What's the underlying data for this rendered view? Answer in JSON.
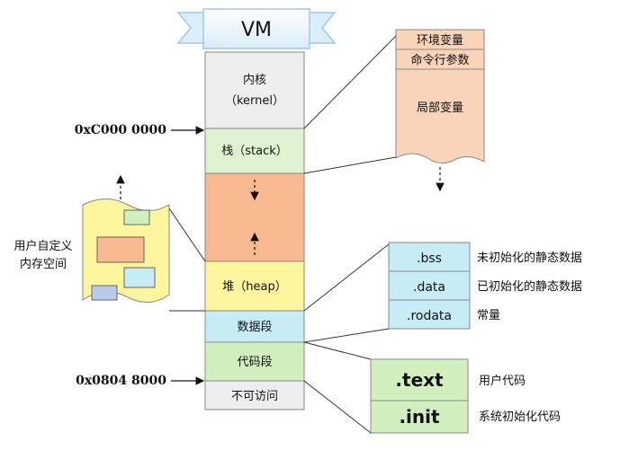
{
  "banner": {
    "title": "VM"
  },
  "addresses": {
    "kernel_boundary": "0xC000 0000",
    "text_start": "0x0804 8000"
  },
  "segments": {
    "kernel_line1": "内核",
    "kernel_line2": "（kernel）",
    "stack": "栈（stack）",
    "heap": "堆（heap）",
    "data": "数据段",
    "code": "代码段",
    "unreachable": "不可访问"
  },
  "stack_detail": {
    "env": "环境变量",
    "args": "命令行参数",
    "locals": "局部变量"
  },
  "user_memory": {
    "line1": "用户自定义",
    "line2": "内存空间"
  },
  "data_sections": [
    {
      "name": ".bss",
      "desc": "未初始化的静态数据"
    },
    {
      "name": ".data",
      "desc": "已初始化的静态数据"
    },
    {
      "name": ".rodata",
      "desc": "常量"
    }
  ],
  "code_sections": [
    {
      "name": ".text",
      "desc": "用户代码"
    },
    {
      "name": ".init",
      "desc": "系统初始化代码"
    }
  ],
  "colors": {
    "kernel": "#eeeeee",
    "stack": "#dff2d0",
    "free": "#f7b98f",
    "heap": "#fdf69e",
    "data": "#c6ecf6",
    "code": "#d2f0bf",
    "unreachable": "#eeeeee",
    "stack_detail": "#fad4b8",
    "user_memory": "#fdf69e"
  }
}
